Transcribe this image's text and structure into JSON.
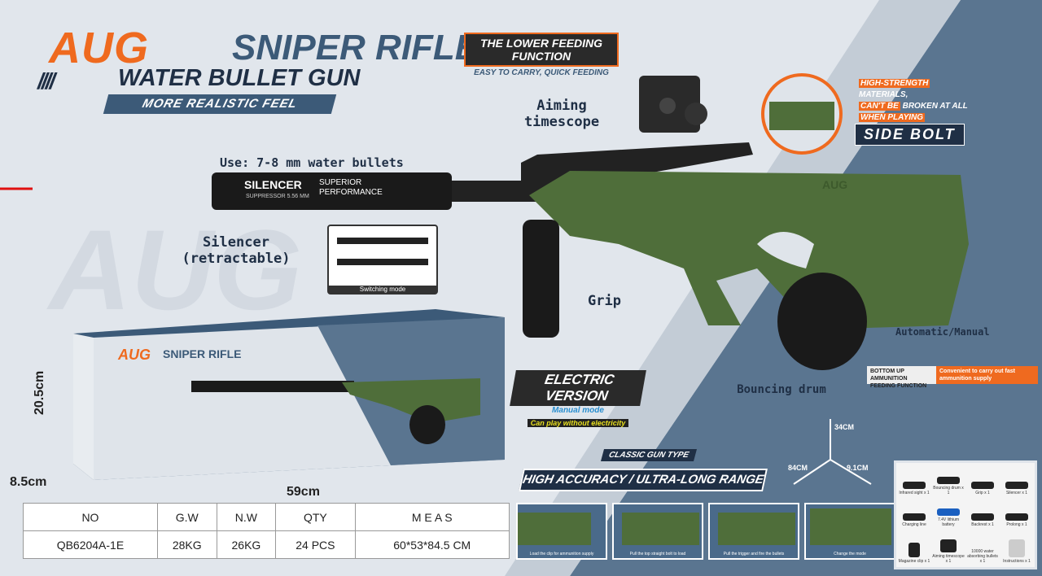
{
  "title": {
    "aug": "AUG",
    "sniper_rifle": "SNIPER RIFLE",
    "water_bullet_gun": "WATER BULLET GUN",
    "stripes": "////",
    "tagline": "MORE REALISTIC FEEL"
  },
  "feeding_badge": {
    "main": "THE LOWER FEEDING FUNCTION",
    "sub": "EASY TO CARRY, QUICK FEEDING"
  },
  "callouts": {
    "aiming": "Aiming timescope",
    "use": "Use: 7-8 mm water bullets",
    "silencer": "Silencer (retractable)",
    "grip": "Grip",
    "auto_manual": "Automatic/Manual",
    "drum": "Bouncing drum",
    "switching": "Switching mode",
    "silencer_print": "SILENCER",
    "silencer_sub": "SUPPRESSOR 5.56 MM",
    "superior": "SUPERIOR PERFORMANCE",
    "receiver_mark": "AUG"
  },
  "side_bolt": {
    "label": "SIDE BOLT",
    "note_orange1": "HIGH-STRENGTH",
    "note_white1": "MATERIALS,",
    "note_orange2": "CAN'T BE",
    "note_white2": "BROKEN AT ALL",
    "note_orange3": "WHEN PLAYING"
  },
  "electric": {
    "main": "ELECTRIC VERSION",
    "mode": "Manual mode",
    "note": "Can play without electricity"
  },
  "bottom_feed": {
    "left": "BOTTOM UP AMMUNITION FEEDING FUNCTION",
    "right": "Convenient to carry out fast ammunition supply"
  },
  "classic": "CLASSIC GUN TYPE",
  "accuracy": "HIGH ACCURACY / ULTRA-LONG RANGE",
  "box_dims": {
    "height": "20.5cm",
    "depth": "8.5cm",
    "width": "59cm"
  },
  "carton_dims": {
    "h": "34CM",
    "l": "84CM",
    "w": "9.1CM"
  },
  "spec_table": {
    "headers": [
      "NO",
      "G.W",
      "N.W",
      "QTY",
      "M E A S"
    ],
    "row": [
      "QB6204A-1E",
      "28KG",
      "26KG",
      "24 PCS",
      "60*53*84.5 CM"
    ]
  },
  "steps": [
    "Load the clip for ammunition supply",
    "Pull the top straight bolt to load",
    "Pull the trigger and fire the bullets",
    "Change the mode"
  ],
  "accessories": [
    "Infrared sight x 1",
    "Bouncing drum x 1",
    "Grip x 1",
    "Silencer x 1",
    "Charging line",
    "7.4V lithium battery",
    "Backrest x 1",
    "Prolong x 1",
    "Magazine clip x 1",
    "Aiming timescope x 1",
    "10000 water absorbing bullets x 1",
    "Instructions x 1"
  ],
  "colors": {
    "orange": "#ef6a1f",
    "navy": "#1f2f45",
    "slate": "#3c5a78",
    "gun_green": "#4f6e3a"
  }
}
